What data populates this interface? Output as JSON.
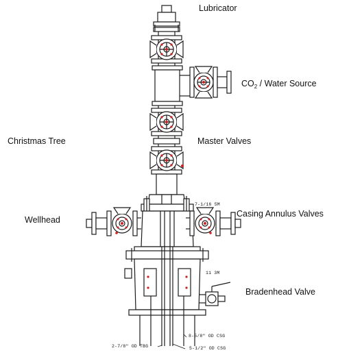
{
  "labels": {
    "lubricator": "Lubricator",
    "co2_main": "CO",
    "co2_sub": "2",
    "co2_rest": " / Water Source",
    "christmas_tree": "Christmas Tree",
    "master_valves": "Master Valves",
    "wellhead": "Wellhead",
    "casing_annulus_valves": "Casing Annulus Valves",
    "bradenhead_valve": "Bradenhead Valve"
  },
  "dimensions": {
    "flange_upper": "7-1/16 5M",
    "flange_lower": "11 3M",
    "casing_outer": "8-5/8\" OD CSG",
    "casing_inner": "5-1/2\" OD CSG",
    "tubing": "2-7/8\" OD TBG"
  },
  "colors": {
    "line": "#1a1a1a",
    "valve_marker": "#cc2222",
    "background": "#ffffff"
  }
}
